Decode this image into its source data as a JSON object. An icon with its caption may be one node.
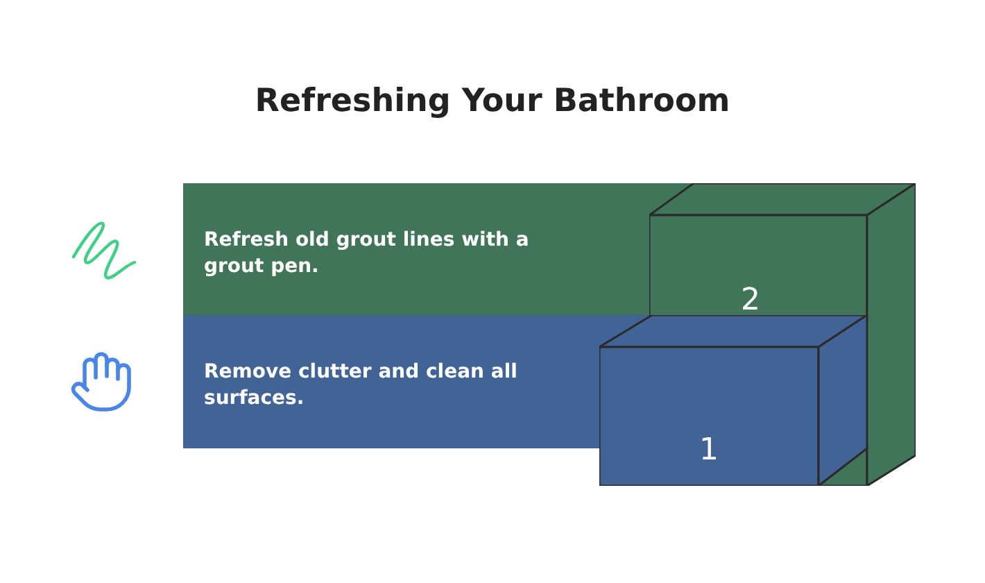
{
  "diagram": {
    "title": "Refreshing Your Bathroom",
    "nodes": [
      {
        "text": [
          "Refresh old grout lines with a grout pen."
        ]
      },
      {
        "text": [
          "Remove clutter and clean all surfaces."
        ]
      },
      {
        "text": [
          "2"
        ]
      },
      {
        "text": [
          "1"
        ]
      }
    ],
    "edges": []
  }
}
